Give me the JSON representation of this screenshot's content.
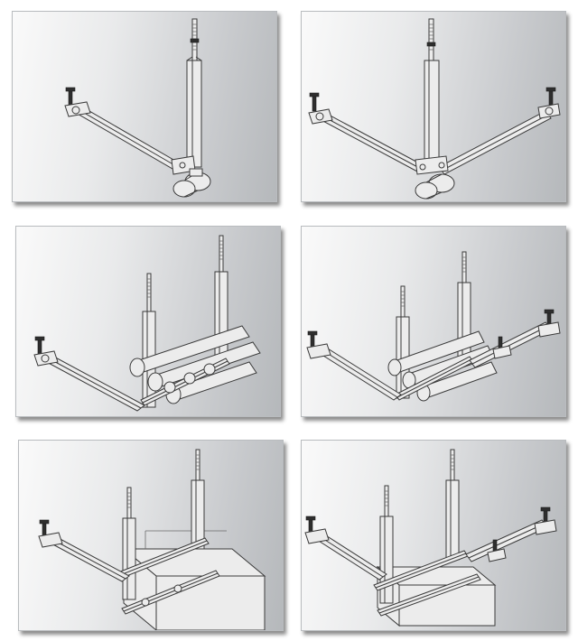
{
  "figure": {
    "panels": [
      {
        "id": "p1",
        "assembly": "single-brace-hanger-single-pipe"
      },
      {
        "id": "p2",
        "assembly": "double-brace-hanger-single-pipe"
      },
      {
        "id": "p3",
        "assembly": "single-brace-gantry-multi-pipe"
      },
      {
        "id": "p4",
        "assembly": "double-brace-gantry-multi-pipe"
      },
      {
        "id": "p5",
        "assembly": "single-brace-gantry-duct"
      },
      {
        "id": "p6",
        "assembly": "double-brace-gantry-duct"
      }
    ],
    "colors": {
      "line": "#3a3a3a",
      "panel_light": "#fafafa",
      "panel_dark": "#b5b8bb",
      "fastener": "#2e2e2e"
    }
  }
}
